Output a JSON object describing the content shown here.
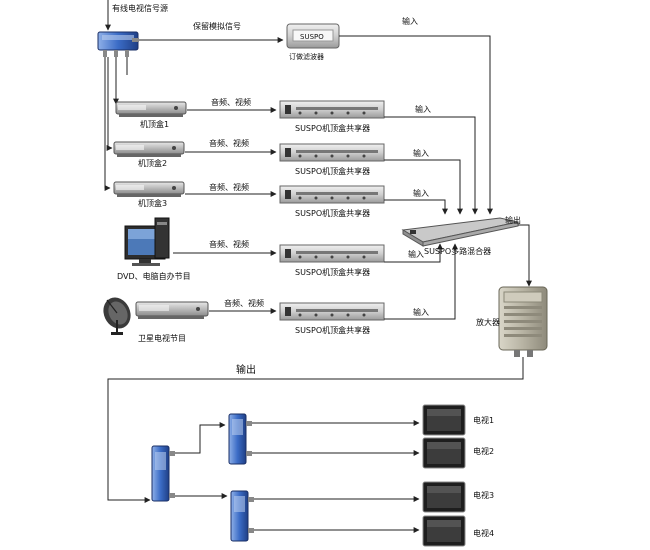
{
  "source": {
    "label": "有线电视信号源"
  },
  "trap": {
    "input_label": "保留模拟信号",
    "device_label": "订做滤波器",
    "face_text": "SUSPO",
    "output_label": "输入"
  },
  "stbs": [
    {
      "label": "机顶盒1"
    },
    {
      "label": "机顶盒2"
    },
    {
      "label": "机顶盒3"
    }
  ],
  "local_sources": {
    "dvd": {
      "label": "DVD、电脑自办节目"
    },
    "satellite": {
      "label": "卫星电视节目"
    }
  },
  "sharer": {
    "label": "SUSPO机顶盒共享器",
    "in_label": "音频、视频",
    "out_label": "输入",
    "count": 5
  },
  "combiner": {
    "label": "SUSPO多路混合器",
    "out_label": "输出"
  },
  "amplifier": {
    "label": "放大器",
    "output_label": "输出"
  },
  "tvs": [
    {
      "label": "电视1"
    },
    {
      "label": "电视2"
    },
    {
      "label": "电视3"
    },
    {
      "label": "电视4"
    }
  ],
  "colors": {
    "line": "#222222",
    "device_grey": "#d8d8d8",
    "splitter_blue": "#3b6cc6",
    "screen": "#2a2a2a"
  }
}
